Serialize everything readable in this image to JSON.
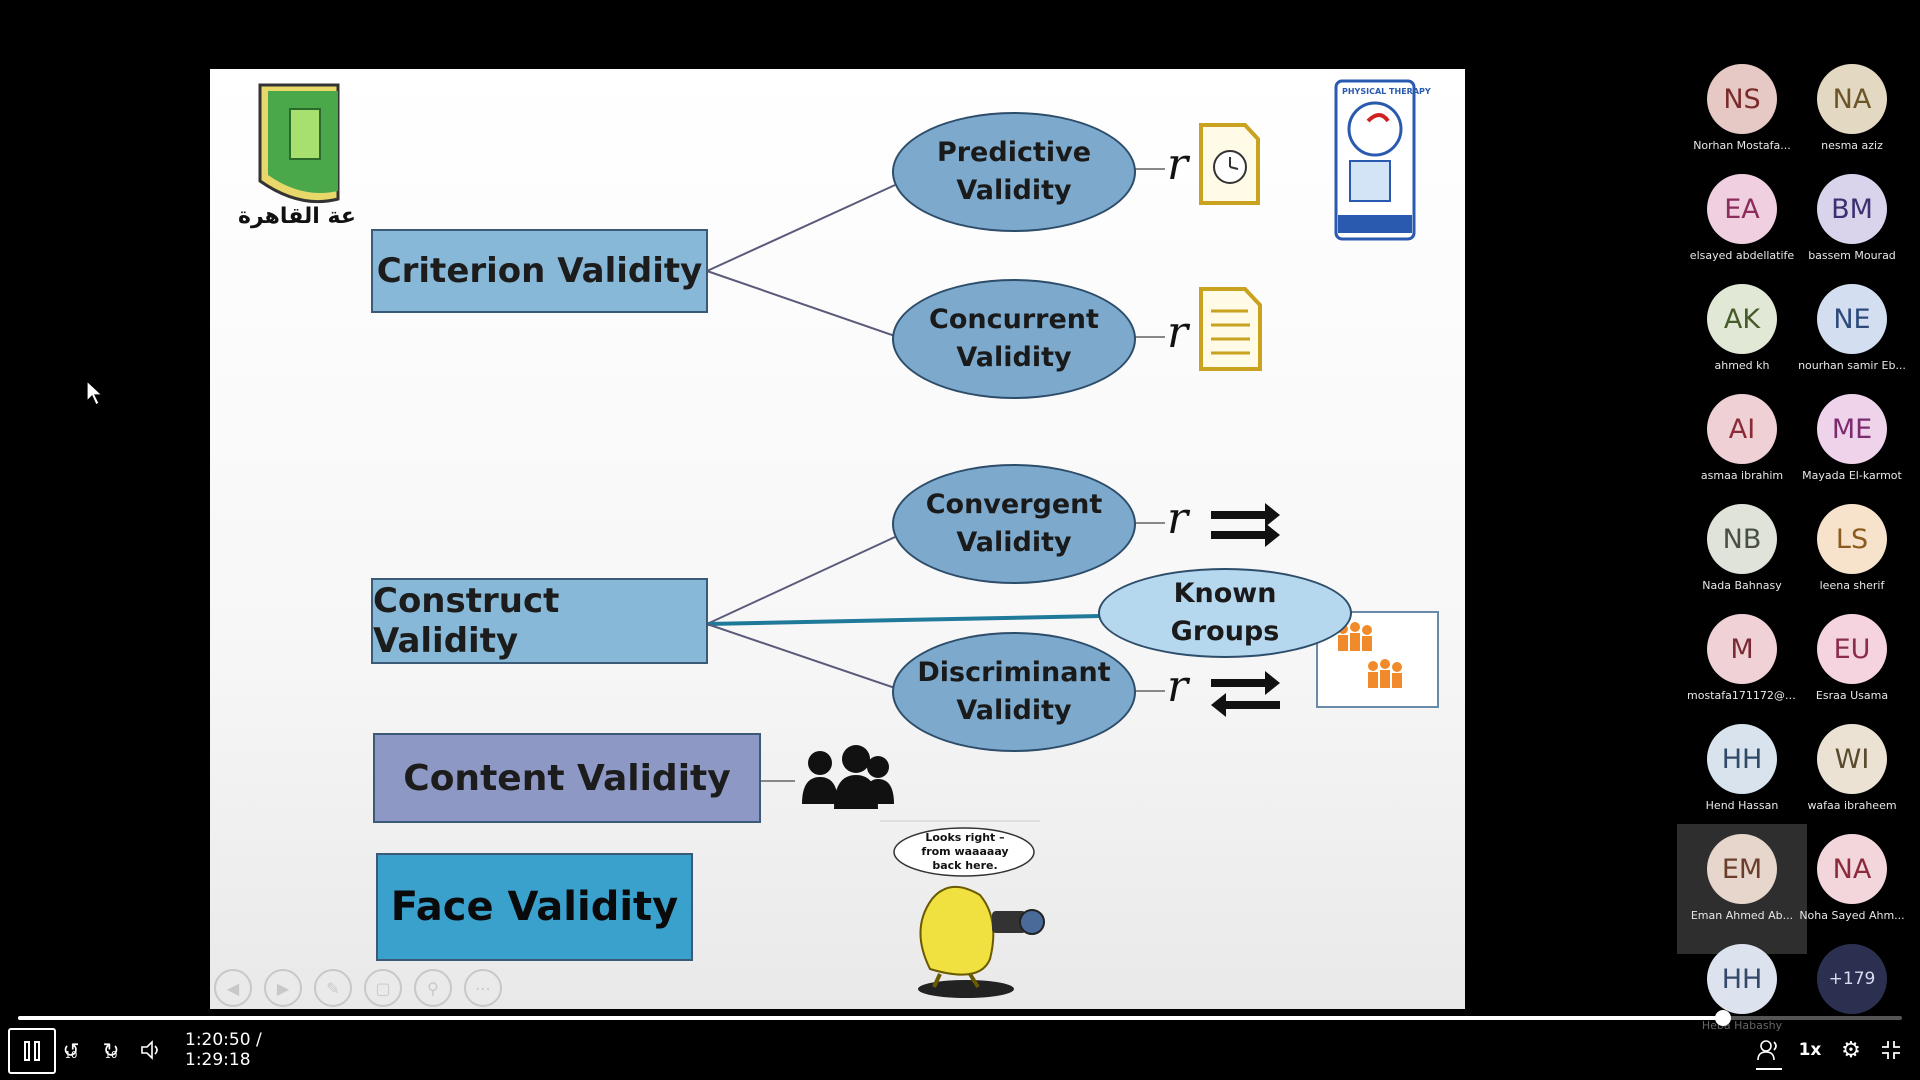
{
  "slide": {
    "criterion_label": "Criterion Validity",
    "construct_label": "Construct Validity",
    "content_label": "Content Validity",
    "face_label": "Face Validity",
    "predictive_l1": "Predictive",
    "predictive_l2": "Validity",
    "concurrent_l1": "Concurrent",
    "concurrent_l2": "Validity",
    "convergent_l1": "Convergent",
    "convergent_l2": "Validity",
    "discriminant_l1": "Discriminant",
    "discriminant_l2": "Validity",
    "known_l1": "Known",
    "known_l2": "Groups",
    "r_symbol": "r",
    "cartoon_l1": "Looks right –",
    "cartoon_l2": "from waaaaay",
    "cartoon_l3": "back here.",
    "left_logo_text": "عة القاهرة",
    "right_logo_text": "PHYSICAL THERAPY"
  },
  "participants": [
    {
      "initials": "NS",
      "name": "Norhan Mostafa...",
      "bg": "#e6c9c4",
      "fg": "#7a2a2a"
    },
    {
      "initials": "NA",
      "name": "nesma aziz",
      "bg": "#e3d8c2",
      "fg": "#6a5428"
    },
    {
      "initials": "EA",
      "name": "elsayed abdellatife",
      "bg": "#f0cfe0",
      "fg": "#8a2d5a"
    },
    {
      "initials": "BM",
      "name": "bassem Mourad",
      "bg": "#d9d3ec",
      "fg": "#3b3070"
    },
    {
      "initials": "AK",
      "name": "ahmed kh",
      "bg": "#e1e8d6",
      "fg": "#475a2a"
    },
    {
      "initials": "NE",
      "name": "nourhan samir Eb...",
      "bg": "#d3dff0",
      "fg": "#2c4a7a"
    },
    {
      "initials": "AI",
      "name": "asmaa ibrahim",
      "bg": "#efd0d4",
      "fg": "#8a2b36"
    },
    {
      "initials": "ME",
      "name": "Mayada El-karmot",
      "bg": "#efd3ea",
      "fg": "#7a2c6e"
    },
    {
      "initials": "NB",
      "name": "Nada Bahnasy",
      "bg": "#dfe3da",
      "fg": "#485044"
    },
    {
      "initials": "LS",
      "name": "leena sherif",
      "bg": "#f7e3cb",
      "fg": "#8a5a1e"
    },
    {
      "initials": "M",
      "name": "mostafa171172@b...",
      "bg": "#f0d1d6",
      "fg": "#7a2a35"
    },
    {
      "initials": "EU",
      "name": "Esraa Usama",
      "bg": "#f5d3df",
      "fg": "#8a2c4e"
    },
    {
      "initials": "HH",
      "name": "Hend Hassan",
      "bg": "#d8e3ee",
      "fg": "#2f4a66"
    },
    {
      "initials": "WI",
      "name": "wafaa ibraheem",
      "bg": "#ebe2d3",
      "fg": "#5a4a2e"
    },
    {
      "initials": "EM",
      "name": "Eman Ahmed Ab...",
      "bg": "#e6d6cc",
      "fg": "#6a3e2a"
    },
    {
      "initials": "NA",
      "name": "Noha Sayed Ahm...",
      "bg": "#f3d6dc",
      "fg": "#8a2a3a"
    },
    {
      "initials": "HH",
      "name": "Heba Habashy",
      "bg": "#dde3ee",
      "fg": "#34486a"
    },
    {
      "initials": "+179",
      "name": "",
      "bg": "#2b3050",
      "fg": "#d8dcf0"
    }
  ],
  "player": {
    "time": "1:20:50 / 1:29:18",
    "progress": 0.905,
    "speed": "1x",
    "skip_back": "10",
    "skip_forward": "10"
  }
}
